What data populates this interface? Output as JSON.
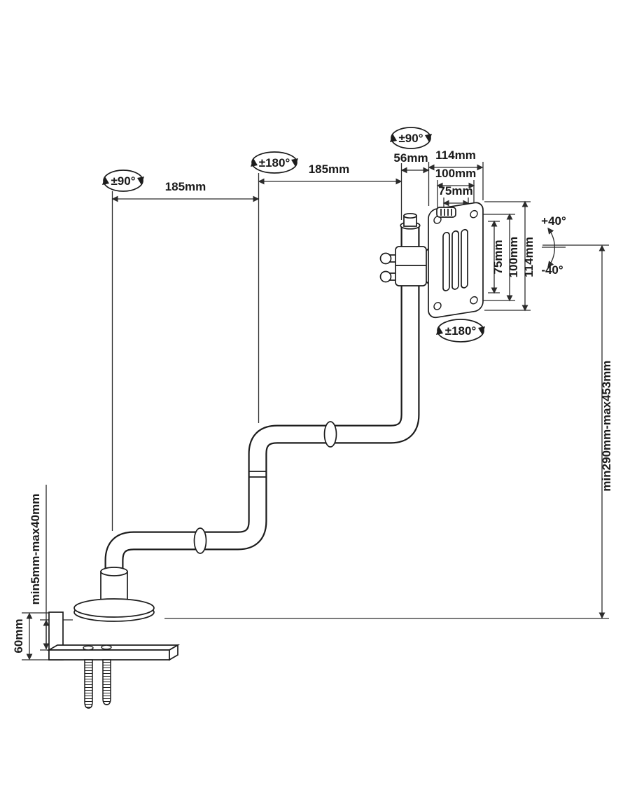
{
  "colors": {
    "background": "#ffffff",
    "drawing_line": "#1c1c1c",
    "dimension_line": "#2b2b2b",
    "text": "#1a1a1a"
  },
  "rotation_badges": {
    "base": "±90°",
    "elbow": "±180°",
    "pole": "±90°",
    "vesa": "±180°"
  },
  "dimensions": {
    "arm_segment_1": "185mm",
    "arm_segment_2": "185mm",
    "pole_to_plate_offset": "56mm",
    "vesa_width_outer": "114mm",
    "vesa_width_mid": "100mm",
    "vesa_width_inner": "75mm",
    "vesa_height_inner": "75mm",
    "vesa_height_mid": "100mm",
    "vesa_height_outer": "114mm",
    "tilt_up": "+40°",
    "tilt_down": "-40°",
    "height_range": "min290mm-max453mm",
    "clamp_opening": "min5mm-max40mm",
    "clamp_height": "60mm"
  }
}
